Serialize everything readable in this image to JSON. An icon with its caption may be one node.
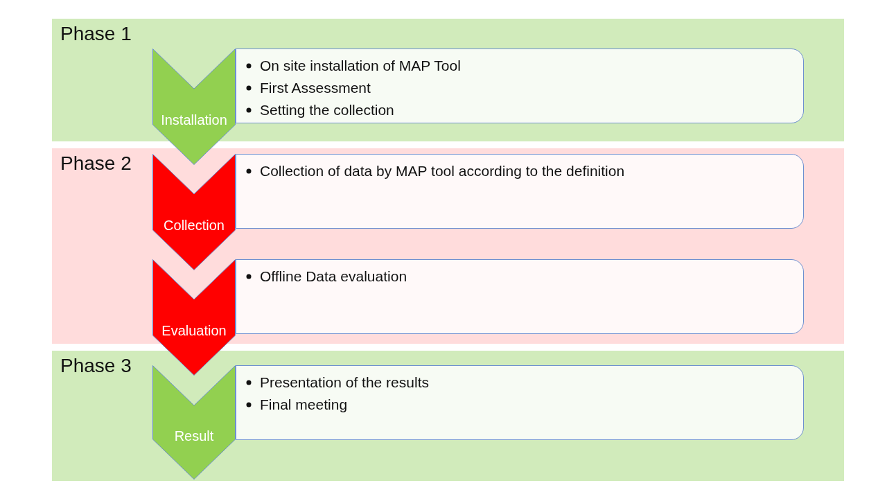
{
  "diagram": {
    "nodes": [
      {
        "text": [
          "Phase 1"
        ]
      },
      {
        "text": [
          "Installation"
        ]
      },
      {
        "text": [
          "On site installation of MAP Tool",
          "First Assessment",
          "Setting the collection"
        ],
        "in": 0
      },
      {
        "text": [
          "Phase 2"
        ]
      },
      {
        "text": [
          "Collection"
        ],
        "in": 3
      },
      {
        "text": [
          "Collection of data by MAP tool according to the definition"
        ],
        "in": 3
      },
      {
        "text": [
          "Evaluation"
        ]
      },
      {
        "text": [
          "Offline Data evaluation"
        ],
        "in": 3
      },
      {
        "text": [
          "Phase 3"
        ]
      },
      {
        "text": [
          "Result"
        ],
        "in": 8
      },
      {
        "text": [
          "Presentation of the results",
          "Final meeting"
        ],
        "in": 8
      }
    ]
  }
}
